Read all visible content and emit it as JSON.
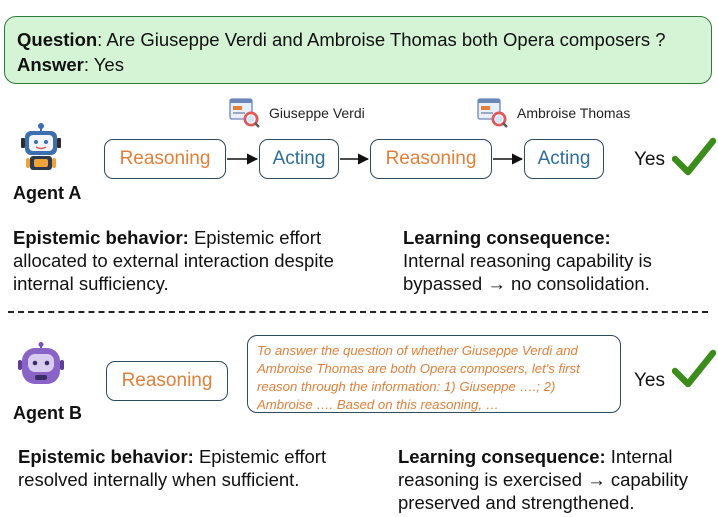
{
  "question": {
    "question_label": "Question",
    "question_text": ": Are Giuseppe Verdi and Ambroise Thomas both Opera composers ?",
    "answer_label": "Answer",
    "answer_text": ": Yes"
  },
  "agent_a": {
    "name": "Agent A",
    "sources": [
      "Giuseppe Verdi",
      "Ambroise Thomas"
    ],
    "steps": [
      "Reasoning",
      "Acting",
      "Reasoning",
      "Acting"
    ],
    "result": "Yes",
    "behavior_label": "Epistemic behavior:",
    "behavior_text": " Epistemic effort allocated to external interaction despite internal sufficiency.",
    "consequence_label": "Learning consequence:",
    "consequence_text": "Internal reasoning capability is bypassed → no consolidation."
  },
  "agent_b": {
    "name": "Agent B",
    "step": "Reasoning",
    "trace": "To answer the question of whether Giuseppe Verdi and Ambroise Thomas are both Opera composers, let's first reason through the information: 1) Giuseppe ….; 2) Ambroise …. Based on this reasoning, …",
    "result": "Yes",
    "behavior_label": "Epistemic behavior:",
    "behavior_text": " Epistemic effort resolved internally when sufficient.",
    "consequence_label": "Learning consequence:",
    "consequence_text": " Internal reasoning is exercised → capability preserved and strengthened."
  },
  "colors": {
    "reasoning": "#e0803a",
    "acting": "#2f6e9c",
    "check": "#3c8c1c",
    "question_bg": "#d5f3d5"
  }
}
